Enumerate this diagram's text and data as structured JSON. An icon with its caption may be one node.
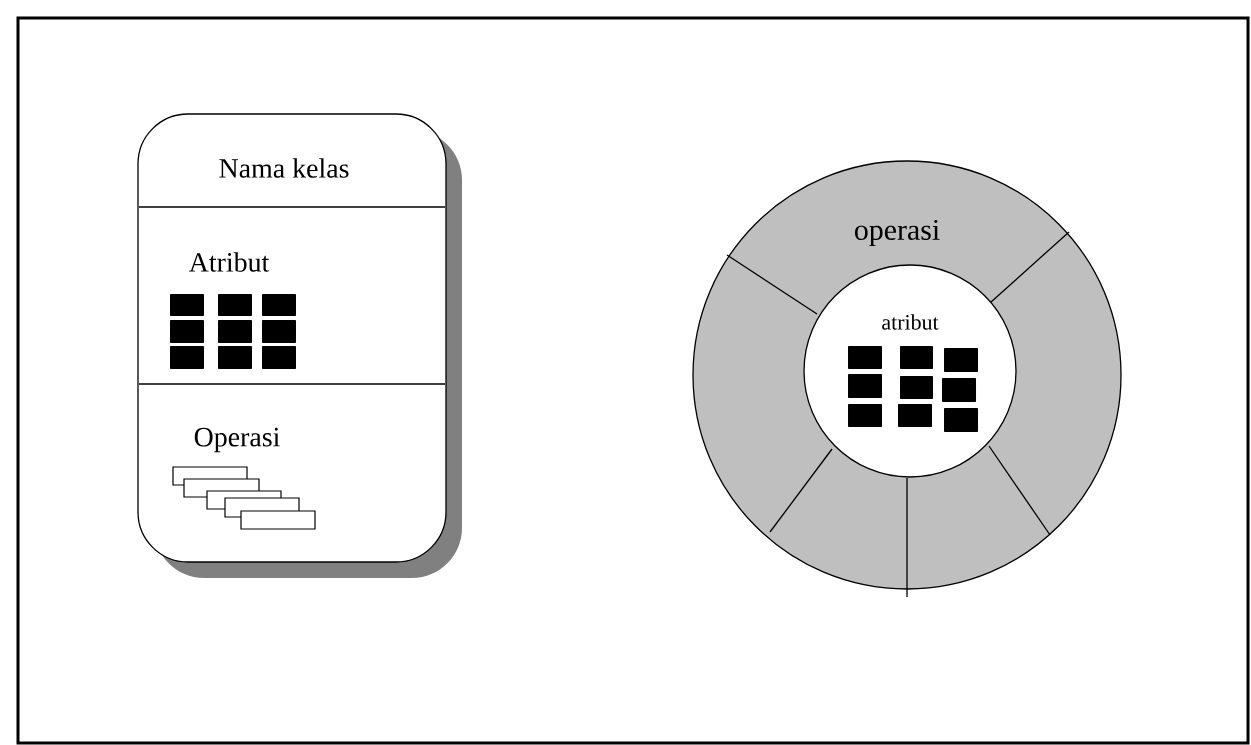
{
  "diagram": {
    "nodes": [
      {
        "text": [],
        "shape": "box"
      },
      {
        "text": [
          "Nama kelas"
        ],
        "in": 0
      },
      {
        "text": [
          "Atribut"
        ],
        "in": 0
      },
      {
        "text": [
          "Operasi"
        ],
        "in": 0
      },
      {
        "text": [
          "operasi"
        ]
      },
      {
        "text": [
          "atribut"
        ],
        "in": 4
      }
    ]
  }
}
